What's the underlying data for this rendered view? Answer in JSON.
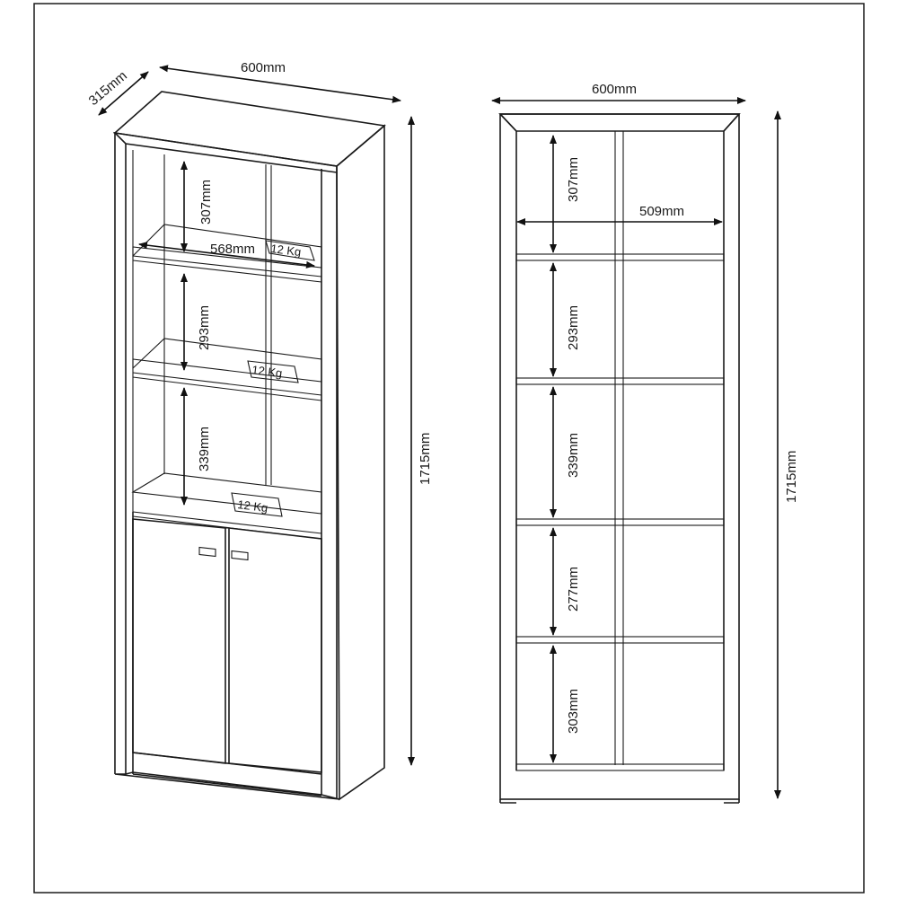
{
  "left_view": {
    "width_label": "600mm",
    "depth_label": "315mm",
    "height_label": "1715mm",
    "inner_width_label": "568mm",
    "shelf_heights": [
      "307mm",
      "293mm",
      "339mm"
    ],
    "load_labels": [
      "12 Kg",
      "12 Kg",
      "12 Kg"
    ]
  },
  "right_view": {
    "width_label": "600mm",
    "height_label": "1715mm",
    "inner_width_label": "509mm",
    "shelf_heights": [
      "307mm",
      "293mm",
      "339mm",
      "277mm",
      "303mm"
    ]
  }
}
